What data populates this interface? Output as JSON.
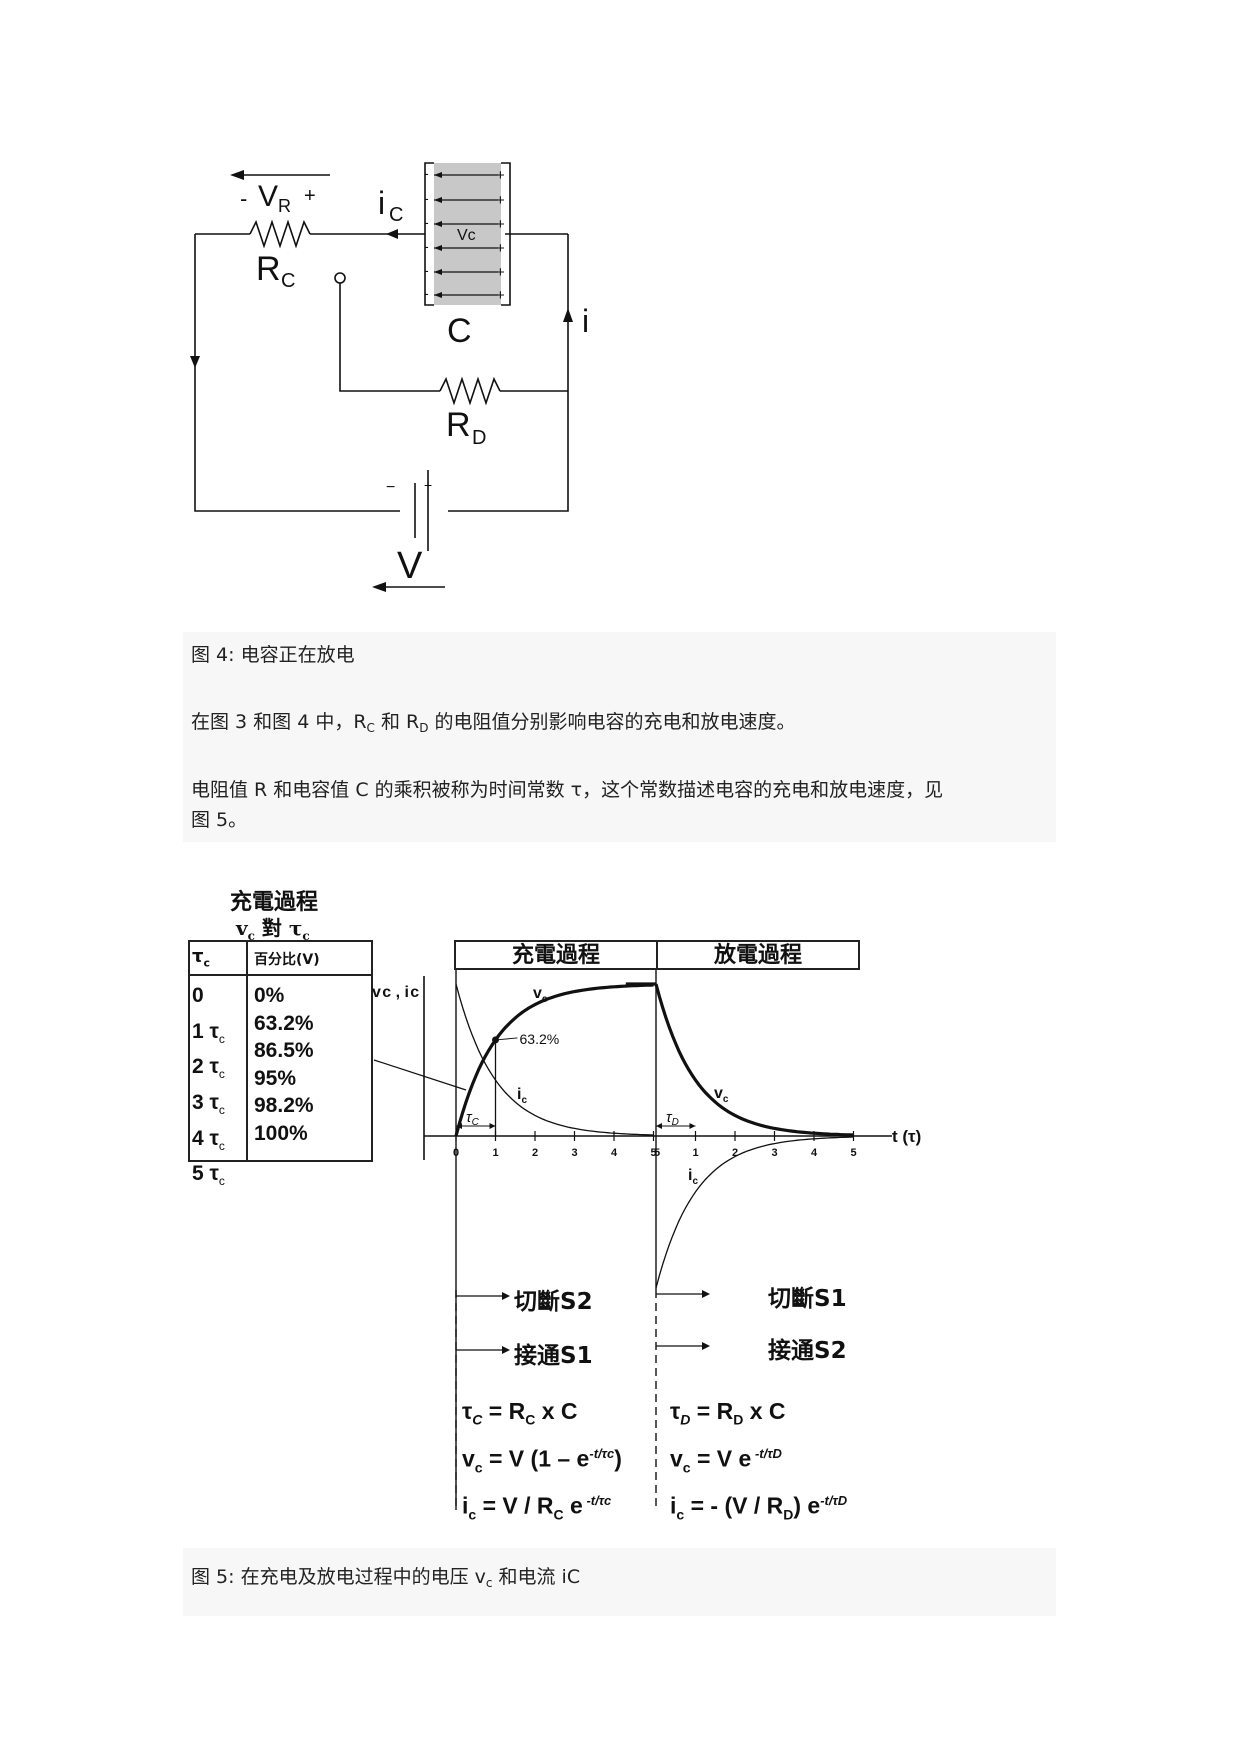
{
  "figure4": {
    "labels": {
      "vr_minus": "-",
      "vr": "V",
      "vr_sub": "R",
      "vr_plus": "+",
      "ic": "i",
      "ic_sub": "C",
      "rc": "R",
      "rc_sub": "C",
      "vc": "Vc",
      "c": "C",
      "i": "i",
      "rd": "R",
      "rd_sub": "D",
      "bat_minus": "−",
      "bat_plus": "+",
      "v": "V",
      "cap_minus": "-",
      "cap_plus": "+"
    },
    "caption": "图 4:  电容正在放电"
  },
  "text": {
    "para1_a": "在图 3 和图 4 中，R",
    "para1_sub1": "C",
    "para1_b": " 和 R",
    "para1_sub2": "D",
    "para1_c": " 的电阻值分别影响电容的充电和放电速度。",
    "para2_line1": "电阻值 R 和电容值 C 的乘积被称为时间常数 τ，这个常数描述电容的充电和放电速度，见",
    "para2_line2": "图 5。"
  },
  "figure5": {
    "table": {
      "title_line1": "充電過程",
      "title_line2_a": "v",
      "title_line2_sub": "c",
      "title_line2_b": " 對 τ",
      "title_line2_sub2": "c",
      "col1_header": "τ",
      "col1_header_sub": "c",
      "col2_header": "百分比(V)",
      "rows": [
        {
          "tau": "0",
          "sub": "",
          "pct": "0%"
        },
        {
          "tau": "1 τ",
          "sub": "c",
          "pct": "63.2%"
        },
        {
          "tau": "2 τ",
          "sub": "c",
          "pct": "86.5%"
        },
        {
          "tau": "3 τ",
          "sub": "c",
          "pct": "95%"
        },
        {
          "tau": "4 τ",
          "sub": "c",
          "pct": "98.2%"
        },
        {
          "tau": "5 τ",
          "sub": "c",
          "pct": "100%"
        }
      ]
    },
    "headers": {
      "charge": "充電過程",
      "discharge": "放電過程"
    },
    "chart_data": {
      "type": "line",
      "title": "",
      "y_axis_label": "v c , i c",
      "x_axis_label": "t (τ)",
      "charge_ticks": [
        "0",
        "1",
        "2",
        "3",
        "4",
        "5"
      ],
      "discharge_ticks": [
        "1",
        "2",
        "3",
        "4",
        "5"
      ],
      "series": [
        {
          "name": "vc",
          "phase": "charge",
          "x": [
            0,
            1,
            2,
            3,
            4,
            5
          ],
          "y": [
            0,
            0.632,
            0.865,
            0.95,
            0.982,
            1.0
          ]
        },
        {
          "name": "ic",
          "phase": "charge",
          "x": [
            0,
            1,
            2,
            3,
            4,
            5
          ],
          "y": [
            1.0,
            0.368,
            0.135,
            0.05,
            0.018,
            0.0
          ]
        },
        {
          "name": "vc",
          "phase": "discharge",
          "x": [
            0,
            1,
            2,
            3,
            4,
            5
          ],
          "y": [
            1.0,
            0.368,
            0.135,
            0.05,
            0.018,
            0.0
          ]
        },
        {
          "name": "ic",
          "phase": "discharge",
          "x": [
            0,
            1,
            2,
            3,
            4,
            5
          ],
          "y": [
            -1.0,
            -0.368,
            -0.135,
            -0.05,
            -0.018,
            0.0
          ]
        }
      ],
      "annotations": {
        "point_label": "63.2%",
        "vc_charge": "v",
        "ic_charge": "i",
        "vc_discharge": "v",
        "ic_discharge": "i",
        "sub": "c",
        "tau_c": "τ",
        "tau_c_sub": "C",
        "tau_d": "τ",
        "tau_d_sub": "D"
      }
    },
    "switches": {
      "charge_1": "切斷S2",
      "charge_2": "接通S1",
      "discharge_1": "切斷S1",
      "discharge_2": "接通S2"
    },
    "formulas": {
      "charge": {
        "f1_a": "τ",
        "f1_sub": "C",
        "f1_b": " = R",
        "f1_sub2": "C",
        "f1_c": " x C",
        "f2_a": "v",
        "f2_sub": "c",
        "f2_b": " = V (1 – e",
        "f2_sup": "-t/τc",
        "f2_c": ")",
        "f3_a": "i",
        "f3_sub": "c",
        "f3_b": " = V / R",
        "f3_sub2": "C",
        "f3_c": " e",
        "f3_sup": " -t/τc"
      },
      "discharge": {
        "f1_a": "τ",
        "f1_sub": "D",
        "f1_b": "  = R",
        "f1_sub2": "D",
        "f1_c": " x C",
        "f2_a": "v",
        "f2_sub": "c",
        "f2_b": " = V  e",
        "f2_sup": " -t/τD",
        "f3_a": "i",
        "f3_sub": "c",
        "f3_b": " = - (V / R",
        "f3_sub2": "D",
        "f3_c": ")  e",
        "f3_sup": "-t/τD"
      }
    },
    "caption_a": "图 5:  在充电及放电过程中的电压 v",
    "caption_sub": "c",
    "caption_b": "  和电流 iC"
  }
}
